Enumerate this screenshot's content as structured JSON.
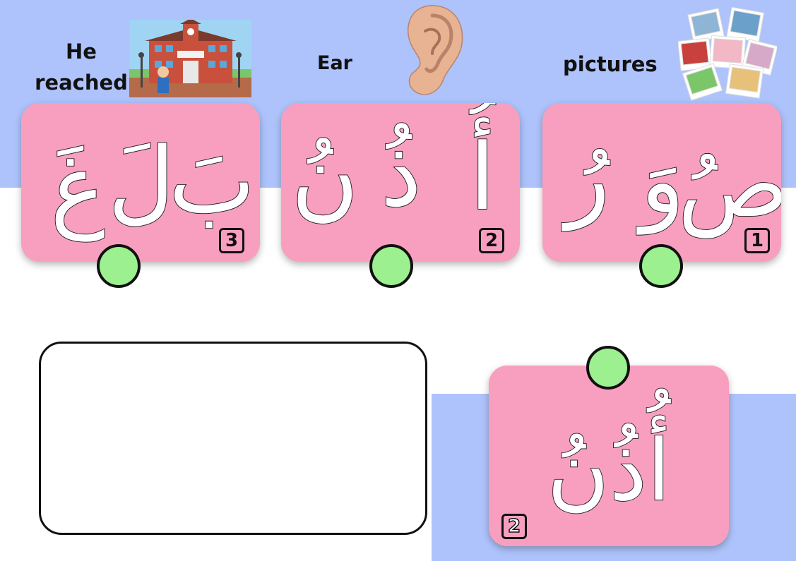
{
  "words": {
    "he_reached_line1": "He",
    "he_reached_line2": "reached",
    "ear": "Ear",
    "pictures": "pictures"
  },
  "icons": {
    "school": "school-illustration-icon",
    "ear": "ear-illustration-icon",
    "photos": "photos-illustration-icon"
  },
  "cards": [
    {
      "number": "3",
      "letters": [
        "غَ",
        "لَ",
        "بَ"
      ]
    },
    {
      "number": "2",
      "letters": [
        "نُ",
        "ذُ",
        "أُ"
      ]
    },
    {
      "number": "1",
      "letters": [
        "صُ",
        "وَ",
        "رُ"
      ]
    }
  ],
  "big_card": {
    "number": "2",
    "word": "أُذُنُ"
  },
  "colors": {
    "band": "#aec3fb",
    "card": "#f89fc0",
    "dot": "#9cf08f"
  }
}
